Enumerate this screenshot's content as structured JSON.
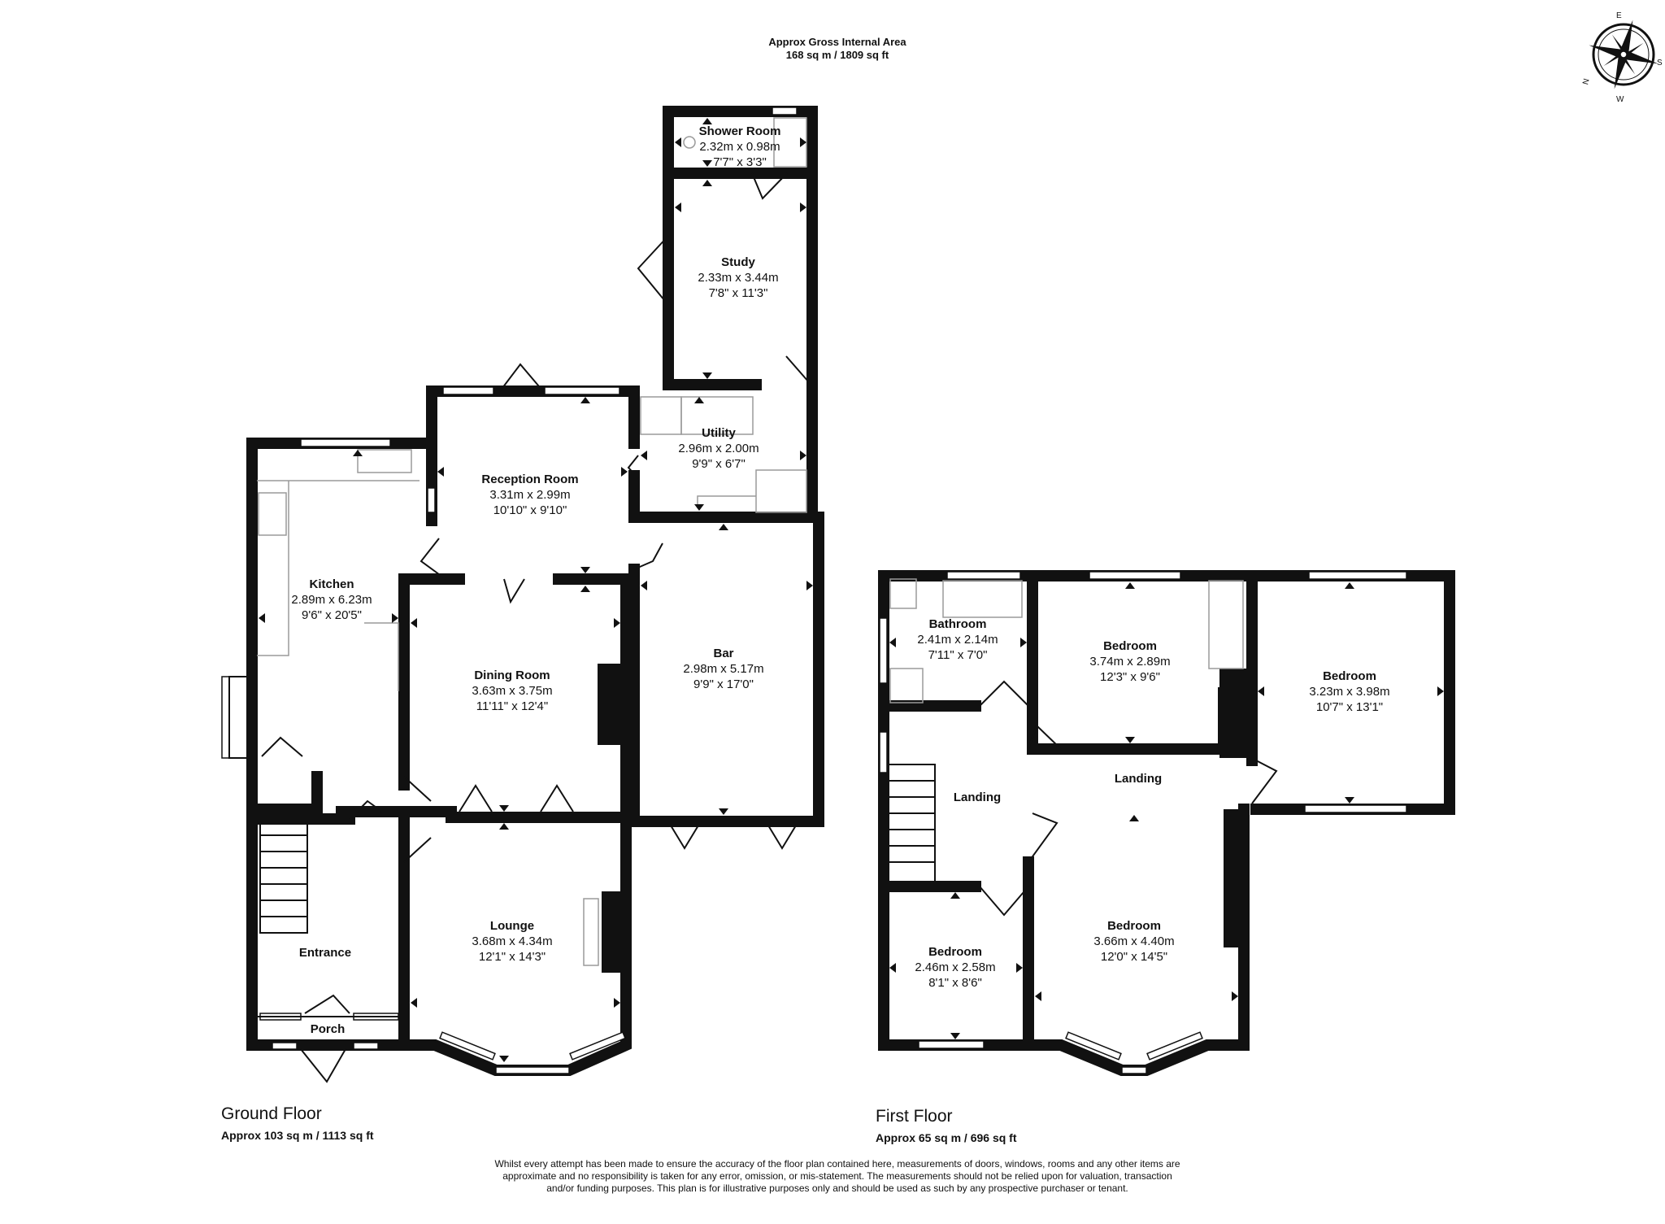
{
  "header": {
    "title": "Approx Gross Internal Area",
    "area": "168 sq m / 1809 sq ft"
  },
  "compass": {
    "n": "N",
    "e": "E",
    "s": "S",
    "w": "W"
  },
  "ground_floor": {
    "title": "Ground Floor",
    "area": "Approx 103 sq m / 1113 sq ft",
    "rooms": {
      "shower_room": {
        "name": "Shower Room",
        "metric": "2.32m x 0.98m",
        "imperial": "7'7\" x 3'3\""
      },
      "study": {
        "name": "Study",
        "metric": "2.33m x 3.44m",
        "imperial": "7'8\" x 11'3\""
      },
      "utility": {
        "name": "Utility",
        "metric": "2.96m x 2.00m",
        "imperial": "9'9\" x 6'7\""
      },
      "reception": {
        "name": "Reception Room",
        "metric": "3.31m x 2.99m",
        "imperial": "10'10\" x 9'10\""
      },
      "kitchen": {
        "name": "Kitchen",
        "metric": "2.89m x 6.23m",
        "imperial": "9'6\" x 20'5\""
      },
      "dining": {
        "name": "Dining Room",
        "metric": "3.63m x 3.75m",
        "imperial": "11'11\" x 12'4\""
      },
      "bar": {
        "name": "Bar",
        "metric": "2.98m x 5.17m",
        "imperial": "9'9\" x 17'0\""
      },
      "lounge": {
        "name": "Lounge",
        "metric": "3.68m x 4.34m",
        "imperial": "12'1\" x 14'3\""
      },
      "entrance": {
        "name": "Entrance"
      },
      "porch": {
        "name": "Porch"
      }
    }
  },
  "first_floor": {
    "title": "First Floor",
    "area": "Approx 65 sq m / 696 sq ft",
    "rooms": {
      "bathroom": {
        "name": "Bathroom",
        "metric": "2.41m x 2.14m",
        "imperial": "7'11\" x 7'0\""
      },
      "bedroom_a": {
        "name": "Bedroom",
        "metric": "3.74m x 2.89m",
        "imperial": "12'3\" x 9'6\""
      },
      "bedroom_b": {
        "name": "Bedroom",
        "metric": "3.23m x 3.98m",
        "imperial": "10'7\" x 13'1\""
      },
      "landing_a": {
        "name": "Landing"
      },
      "landing_b": {
        "name": "Landing"
      },
      "bedroom_c": {
        "name": "Bedroom",
        "metric": "2.46m x 2.58m",
        "imperial": "8'1\" x 8'6\""
      },
      "bedroom_d": {
        "name": "Bedroom",
        "metric": "3.66m x 4.40m",
        "imperial": "12'0\" x 14'5\""
      }
    }
  },
  "disclaimer": "Whilst every attempt has been made to ensure the accuracy of the floor plan contained here, measurements of doors, windows, rooms and any other items are approximate and no responsibility is taken for any error, omission, or mis-statement. The measurements should not be relied upon for valuation, transaction and/or funding purposes. This plan is for illustrative purposes only and should be used as such by any prospective purchaser or tenant."
}
